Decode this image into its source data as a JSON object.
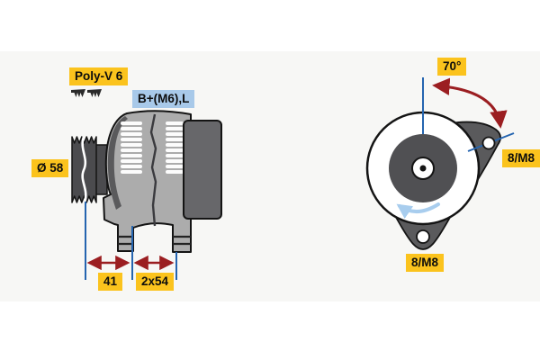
{
  "diagram": {
    "side_view": {
      "belt_type": "Poly-V 6",
      "terminals": "B+(M6),L",
      "pulley_diameter": "Ø 58",
      "dimensions": {
        "pulley_center_to_foot": "41",
        "foot_spacing": "2x54"
      }
    },
    "rear_view": {
      "swing_angle": "70°",
      "mount_hole_top": "8/M8",
      "mount_hole_bottom": "8/M8"
    },
    "icons": {
      "belt_profile_icon": "ribbed-v-belt-chip",
      "rotation_direction_icon": "counterclockwise-arrow",
      "angle_arc_icon": "double-headed-arc-arrow",
      "dimension_arrow_icon": "double-headed-arrow"
    },
    "colors": {
      "label_yellow": "#fbc31d",
      "label_blue": "#a8c9e9",
      "dim_blue": "#2565b0",
      "arrow_red": "#9b1e21",
      "rotation_blue": "#a8cdee",
      "body_gray": "#acacac",
      "rear_housing": "#67676a",
      "ear_gray": "#5a5a5c",
      "rotor_gray": "#505053",
      "pulley_gray": "#4b4b4e",
      "outline": "#141414",
      "panel_bg": "#f7f7f5"
    }
  }
}
